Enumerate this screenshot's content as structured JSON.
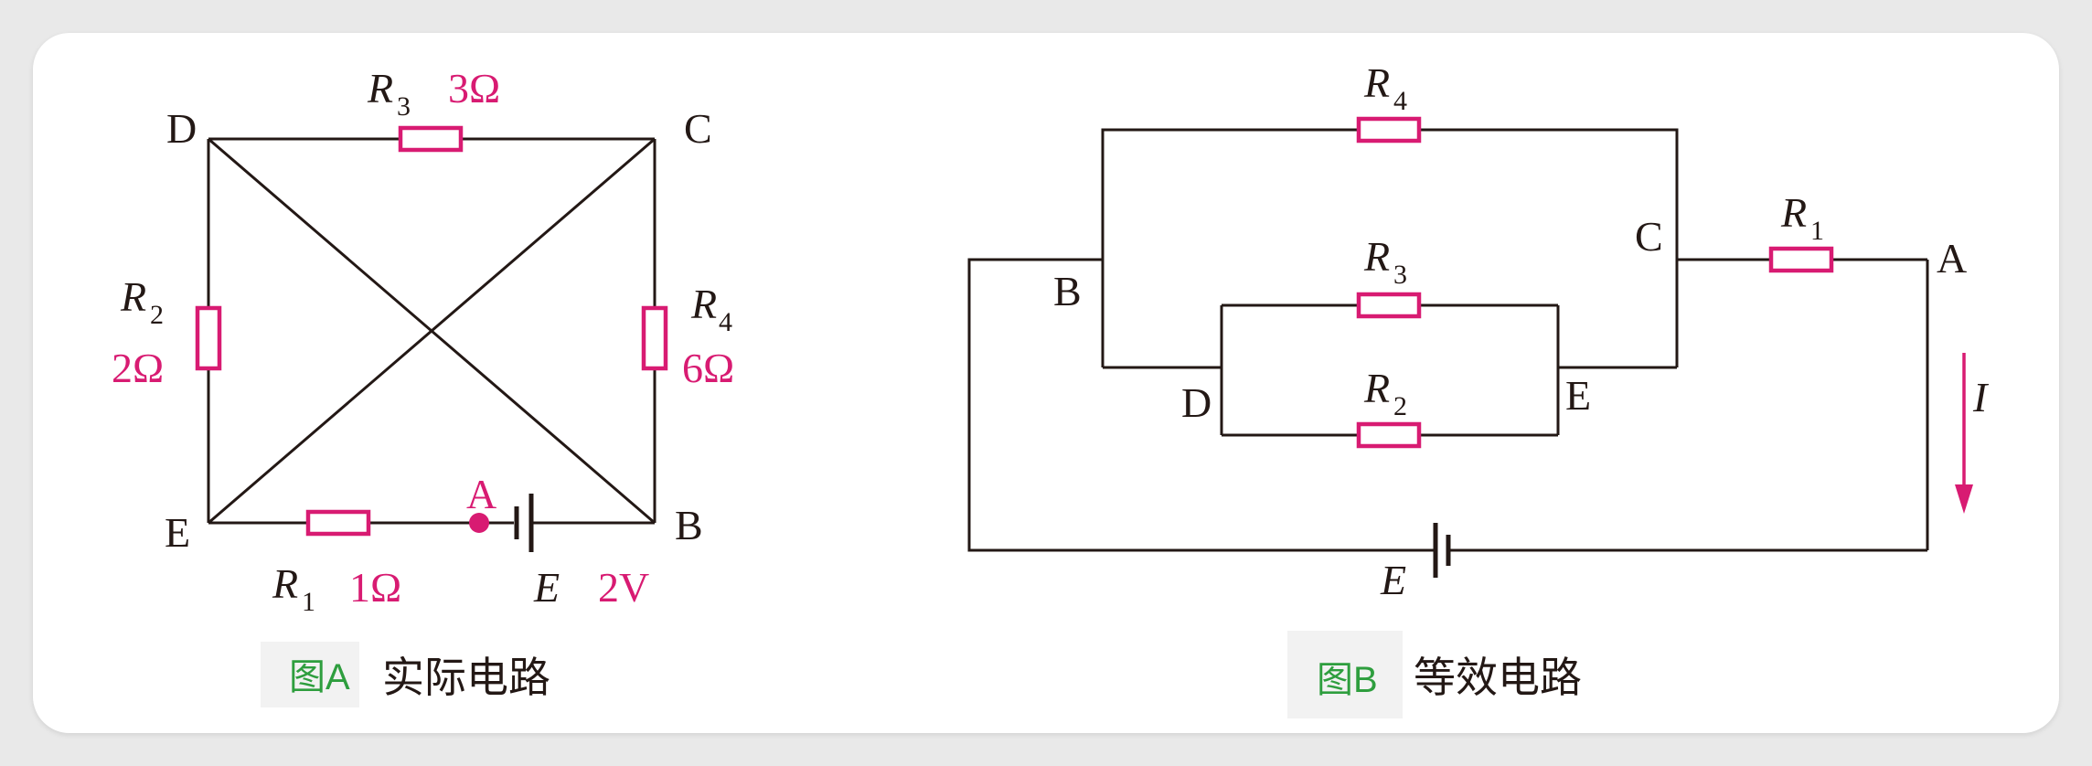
{
  "figure_a": {
    "nodes": {
      "D": "D",
      "C": "C",
      "E": "E",
      "B": "B",
      "A": "A"
    },
    "r3": {
      "name": "R",
      "sub": "3",
      "value": "3Ω"
    },
    "r2": {
      "name": "R",
      "sub": "2",
      "value": "2Ω"
    },
    "r4": {
      "name": "R",
      "sub": "4",
      "value": "6Ω"
    },
    "r1": {
      "name": "R",
      "sub": "1",
      "value": "1Ω"
    },
    "source": {
      "name": "E",
      "value": "2V"
    },
    "caption": {
      "tag": "图A",
      "text": "实际电路"
    }
  },
  "figure_b": {
    "nodes": {
      "B": "B",
      "C": "C",
      "A": "A",
      "D": "D",
      "E": "E"
    },
    "r4": {
      "name": "R",
      "sub": "4"
    },
    "r1": {
      "name": "R",
      "sub": "1"
    },
    "r3": {
      "name": "R",
      "sub": "3"
    },
    "r2": {
      "name": "R",
      "sub": "2"
    },
    "current": "I",
    "source": "E",
    "caption": {
      "tag": "图B",
      "text": "等效电路"
    }
  }
}
